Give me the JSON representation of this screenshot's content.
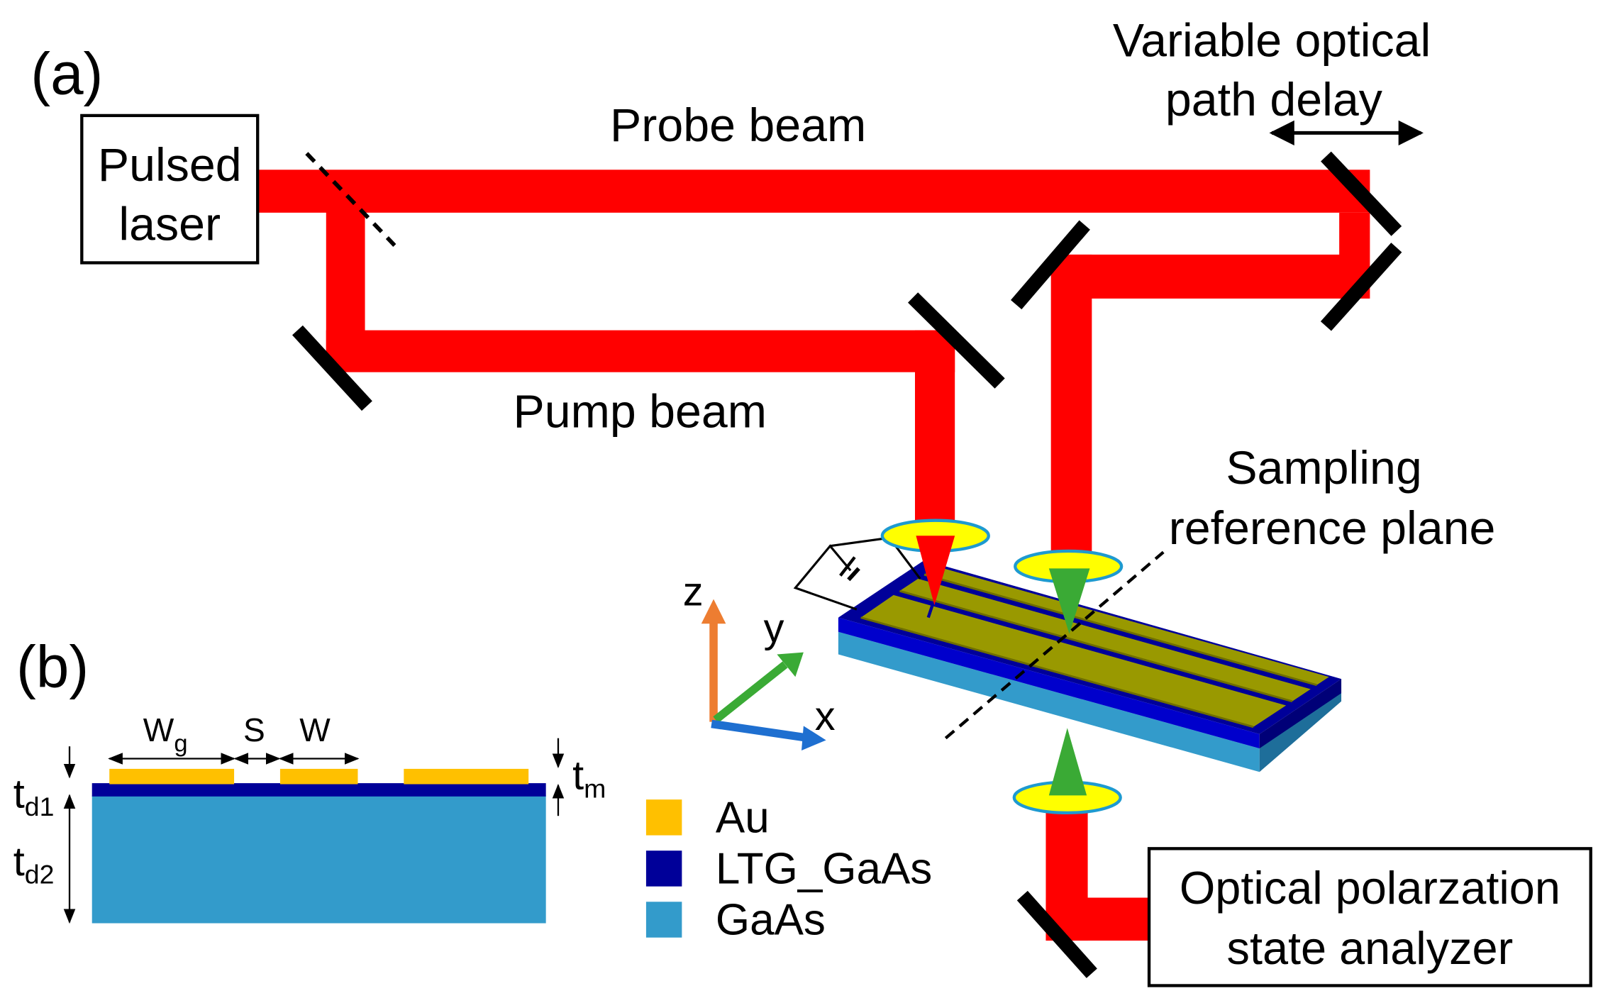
{
  "panels": {
    "a": "(a)",
    "b": "(b)"
  },
  "labels": {
    "pulsed_laser_line1": "Pulsed",
    "pulsed_laser_line2": "laser",
    "probe_beam": "Probe beam",
    "pump_beam": "Pump beam",
    "delay_line1": "Variable optical",
    "delay_line2": "path delay",
    "sampling_line1": "Sampling",
    "sampling_line2": "reference plane",
    "analyzer_line1": "Optical polarzation",
    "analyzer_line2": "state analyzer"
  },
  "axes": {
    "x": "x",
    "y": "y",
    "z": "z"
  },
  "dimensions": {
    "wg": "W",
    "wg_sub": "g",
    "s": "S",
    "w": "W",
    "td1": "t",
    "td1_sub": "d1",
    "td2": "t",
    "td2_sub": "d2",
    "tm": "t",
    "tm_sub": "m"
  },
  "legend": [
    {
      "label": "Au",
      "color": "#FFC000"
    },
    {
      "label": "LTG_GaAs",
      "color": "#000099"
    },
    {
      "label": "GaAs",
      "color": "#339BCB"
    }
  ],
  "colors": {
    "beam": "#FF0000",
    "lens_fill": "#FFFF00",
    "lens_stroke": "#1E9AD0",
    "probe_cone": "#3AAA35",
    "strip": "#999900",
    "axis_x": "#1E6FD0",
    "axis_y": "#3AAA35",
    "axis_z": "#ED7D31"
  }
}
